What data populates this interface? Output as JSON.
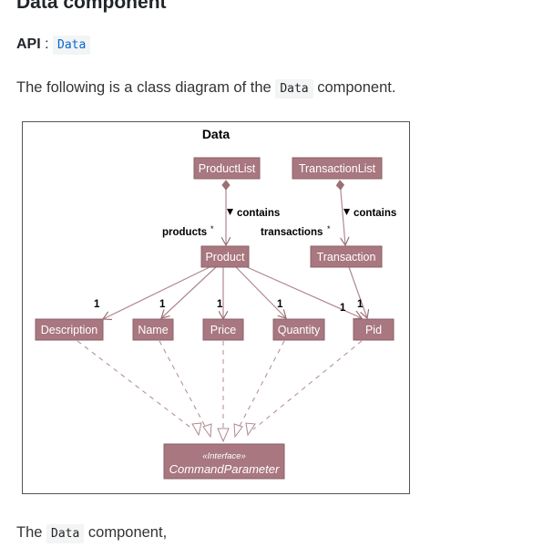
{
  "heading": "Data component",
  "api": {
    "label": "API",
    "separator": " : ",
    "code": "Data"
  },
  "intro": {
    "before": "The following is a class diagram of the ",
    "code": "Data",
    "after": " component."
  },
  "diagram": {
    "title": "Data",
    "classes": {
      "product_list": "ProductList",
      "transaction_list": "TransactionList",
      "product": "Product",
      "transaction": "Transaction",
      "description": "Description",
      "name": "Name",
      "price": "Price",
      "quantity": "Quantity",
      "pid": "Pid",
      "interface_stereotype": "«Interface»",
      "command_parameter": "CommandParameter"
    },
    "relations": {
      "contains_1": "contains",
      "contains_2": "contains",
      "products_role": "products",
      "transactions_role": "transactions",
      "multiplicity_many": "*",
      "multiplicity_one": "1"
    },
    "colors": {
      "class_fill": "#a8777f",
      "line": "#b08890",
      "arrow": "#9a6f76"
    }
  },
  "outro": {
    "before": "The ",
    "code": "Data",
    "after": " component,"
  }
}
